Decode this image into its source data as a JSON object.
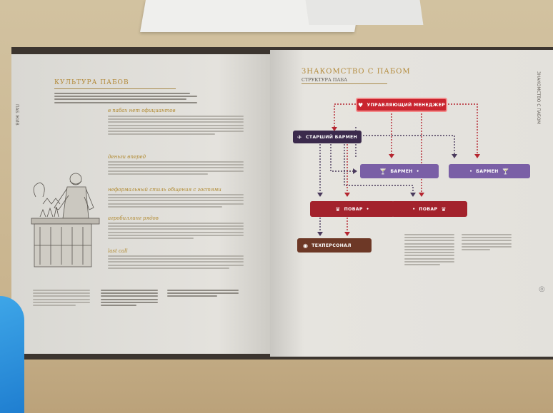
{
  "left_page": {
    "section_title": "КУЛЬТУРА ПАБОВ",
    "side_label": "ПАБ ЖИВ",
    "headings": [
      "в пабах нет официантов",
      "деньги вперед",
      "неформальный стиль общения с гостями",
      "агробиллинг рядов",
      "last call"
    ]
  },
  "right_page": {
    "section_title": "ЗНАКОМСТВО С ПАБОМ",
    "section_subtitle": "СТРУКТУРА ПАБА",
    "side_label": "ЗНАКОМСТВО С ПАБОМ",
    "org_chart": {
      "manager": "УПРАВЛЯЮЩИЙ МЕНЕДЖЕР",
      "senior_bartender": "СТАРШИЙ БАРМЕН",
      "bartender_1": "БАРМЕН",
      "bartender_2": "БАРМЕН",
      "cook_1": "ПОВАР",
      "cook_2": "ПОВАР",
      "tech_staff": "ТЕХПЕРСОНАЛ"
    },
    "colors": {
      "manager": "#c9252f",
      "senior": "#3b2a4c",
      "bartender": "#7a5fa6",
      "cook": "#a3222c",
      "tech": "#6d3826"
    }
  }
}
